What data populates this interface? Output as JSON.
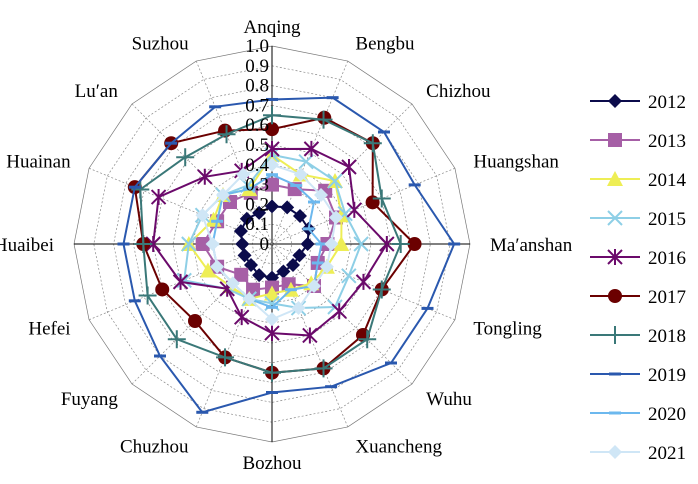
{
  "chart_data": {
    "type": "radar",
    "title": "",
    "categories": [
      "Anqing",
      "Bengbu",
      "Chizhou",
      "Huangshan",
      "Ma′anshan",
      "Tongling",
      "Wuhu",
      "Xuancheng",
      "Bozhou",
      "Chuzhou",
      "Fuyang",
      "Hefei",
      "Huaibei",
      "Huainan",
      "Lu′an",
      "Suzhou"
    ],
    "radial_ticks": [
      "0",
      "0.1",
      "0.2",
      "0.3",
      "0.4",
      "0.5",
      "0.6",
      "0.7",
      "0.8",
      "0.9",
      "1.0"
    ],
    "rlim": [
      0,
      1
    ],
    "legend_position": "right",
    "series": [
      {
        "name": "2012",
        "color": "#0b0b4b",
        "marker": "diamond",
        "values": [
          0.19,
          0.2,
          0.2,
          0.2,
          0.18,
          0.15,
          0.15,
          0.15,
          0.17,
          0.17,
          0.15,
          0.15,
          0.15,
          0.17,
          0.18,
          0.17
        ]
      },
      {
        "name": "2013",
        "color": "#a65fa6",
        "marker": "square",
        "values": [
          0.3,
          0.3,
          0.38,
          0.35,
          0.28,
          0.25,
          0.3,
          0.22,
          0.22,
          0.25,
          0.22,
          0.3,
          0.35,
          0.3,
          0.3,
          0.28
        ]
      },
      {
        "name": "2014",
        "color": "#eeee55",
        "marker": "triangle",
        "values": [
          0.45,
          0.38,
          0.45,
          0.38,
          0.35,
          0.3,
          0.28,
          0.25,
          0.25,
          0.3,
          0.3,
          0.35,
          0.42,
          0.32,
          0.35,
          0.3
        ]
      },
      {
        "name": "2015",
        "color": "#8ecfe6",
        "marker": "x",
        "values": [
          0.45,
          0.45,
          0.45,
          0.4,
          0.45,
          0.42,
          0.45,
          0.35,
          0.3,
          0.3,
          0.32,
          0.48,
          0.42,
          0.38,
          0.35,
          0.32
        ]
      },
      {
        "name": "2016",
        "color": "#6b0a6b",
        "marker": "star",
        "values": [
          0.48,
          0.52,
          0.55,
          0.45,
          0.58,
          0.5,
          0.48,
          0.5,
          0.45,
          0.4,
          0.32,
          0.5,
          0.6,
          0.62,
          0.48,
          0.4
        ]
      },
      {
        "name": "2017",
        "color": "#6b0000",
        "marker": "circle",
        "values": [
          0.58,
          0.69,
          0.72,
          0.55,
          0.72,
          0.6,
          0.65,
          0.68,
          0.65,
          0.62,
          0.55,
          0.6,
          0.65,
          0.75,
          0.72,
          0.62
        ]
      },
      {
        "name": "2018",
        "color": "#3a7878",
        "marker": "plus",
        "values": [
          0.65,
          0.68,
          0.72,
          0.6,
          0.65,
          0.6,
          0.68,
          0.68,
          0.65,
          0.62,
          0.68,
          0.68,
          0.65,
          0.72,
          0.62,
          0.6
        ]
      },
      {
        "name": "2019",
        "color": "#2a58ae",
        "marker": "dash",
        "values": [
          0.73,
          0.8,
          0.8,
          0.78,
          0.92,
          0.85,
          0.85,
          0.78,
          0.75,
          0.92,
          0.8,
          0.75,
          0.75,
          0.75,
          0.72,
          0.75
        ]
      },
      {
        "name": "2020",
        "color": "#6cb8ee",
        "marker": "dash",
        "values": [
          0.35,
          0.32,
          0.3,
          0.2,
          0.25,
          0.25,
          0.3,
          0.25,
          0.32,
          0.3,
          0.28,
          0.3,
          0.3,
          0.3,
          0.35,
          0.3
        ]
      },
      {
        "name": "2021",
        "color": "#cfe6f6",
        "marker": "diamond",
        "values": [
          0.4,
          0.38,
          0.35,
          0.35,
          0.3,
          0.3,
          0.3,
          0.35,
          0.38,
          0.3,
          0.28,
          0.3,
          0.3,
          0.38,
          0.35,
          0.38
        ]
      }
    ]
  }
}
